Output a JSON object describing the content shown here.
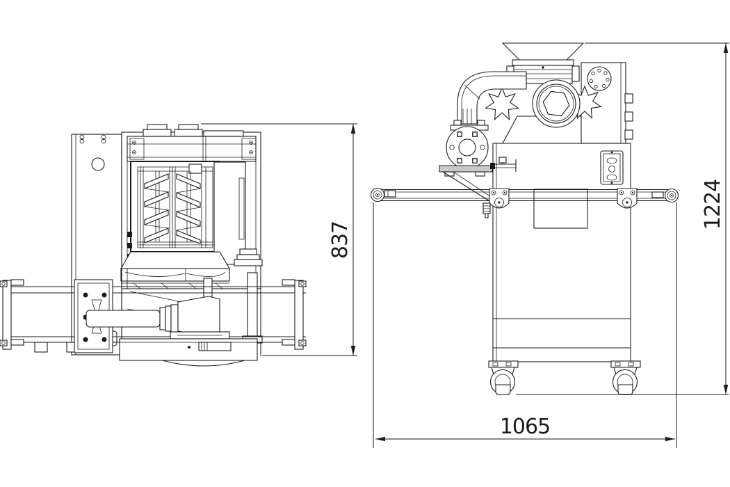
{
  "drawing": {
    "type": "orthographic-cad-drawing",
    "colors": {
      "background": "#ffffff",
      "line": "#1b1b1b",
      "bracket_fill": "#c9c9c9"
    },
    "dimensions": {
      "side_view_height": {
        "value": "837"
      },
      "front_view_height": {
        "value": "1224"
      },
      "front_view_width": {
        "value": "1065"
      }
    }
  }
}
